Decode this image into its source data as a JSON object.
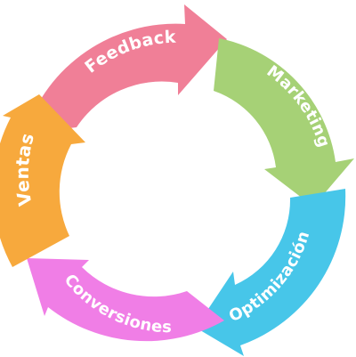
{
  "segments": [
    {
      "id": "feedback",
      "label": "Feedback",
      "color": "#F07F97"
    },
    {
      "id": "marketing",
      "label": "Marketing",
      "color": "#A6D176"
    },
    {
      "id": "optimizacion",
      "label": "Optimización",
      "color": "#47C6E9"
    },
    {
      "id": "conversiones",
      "label": "Conversiones",
      "color": "#F07EE6"
    },
    {
      "id": "ventas",
      "label": "Ventas",
      "color": "#F7A93D"
    }
  ]
}
